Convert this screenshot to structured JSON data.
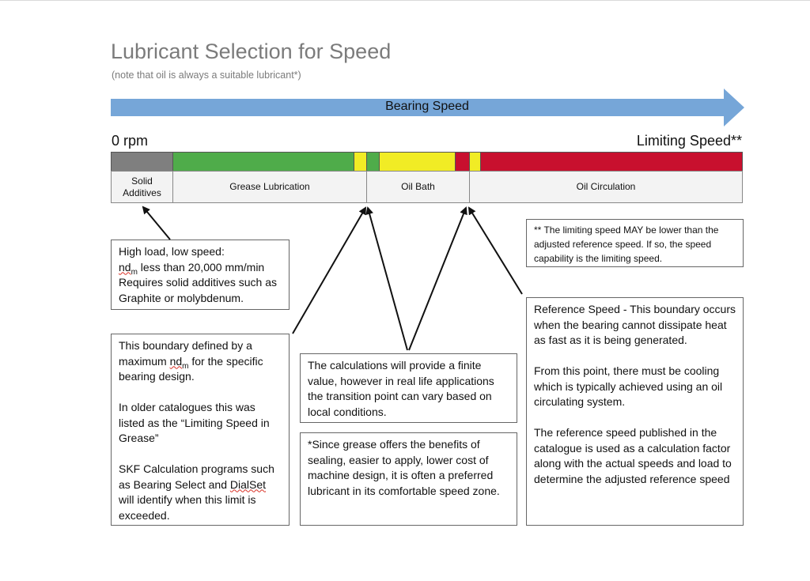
{
  "title": "Lubricant Selection for Speed",
  "subtitle": "(note that oil is always a suitable lubricant*)",
  "banner": {
    "label": "Bearing Speed",
    "color": "#76a6d8"
  },
  "speed_axis": {
    "start_label": "0 rpm",
    "end_label": "Limiting Speed**"
  },
  "colors": {
    "grey": "#7f7f7f",
    "green": "#4fac4a",
    "yellow": "#f1ec25",
    "red": "#c8102e"
  },
  "zones": [
    {
      "line1": "Solid",
      "line2": "Additives"
    },
    {
      "label": "Grease Lubrication"
    },
    {
      "label": "Oil Bath"
    },
    {
      "label": "Oil Circulation"
    }
  ],
  "notes": {
    "high_load": {
      "line1": "High load, low speed:",
      "nd": "nd",
      "sub": "m",
      "line2_rest": " less than 20,000 mm/min",
      "line3": "Requires solid additives such as Graphite or molybdenum."
    },
    "limiting_note": "** The limiting speed MAY be lower than the adjusted reference speed. If so, the speed capability is the limiting speed.",
    "boundary": {
      "p1_before": "This boundary defined by a maximum ",
      "p1_nd": "nd",
      "p1_sub": "m",
      "p1_after": " for the specific bearing design.",
      "p2": "In older catalogues this was listed as the “Limiting Speed in Grease”",
      "p3_before": "SKF Calculation programs such as Bearing Select and ",
      "p3_dialset": "DialSet",
      "p3_after": " will identify when this limit is exceeded."
    },
    "calculations": "The calculations will provide a finite value, however in real life applications the transition point can vary based on local conditions.",
    "grease": "*Since grease offers the benefits of sealing, easier to apply, lower cost of machine design, it is often a preferred lubricant in its comfortable speed zone.",
    "reference": {
      "p1": "Reference Speed - This boundary occurs when the bearing cannot dissipate heat as fast as it is being generated.",
      "p2": "From this point, there must be cooling which is typically achieved using an oil circulating system.",
      "p3": "The reference speed published in the catalogue is used as a calculation factor along with the actual speeds and load to determine the adjusted reference speed"
    }
  }
}
